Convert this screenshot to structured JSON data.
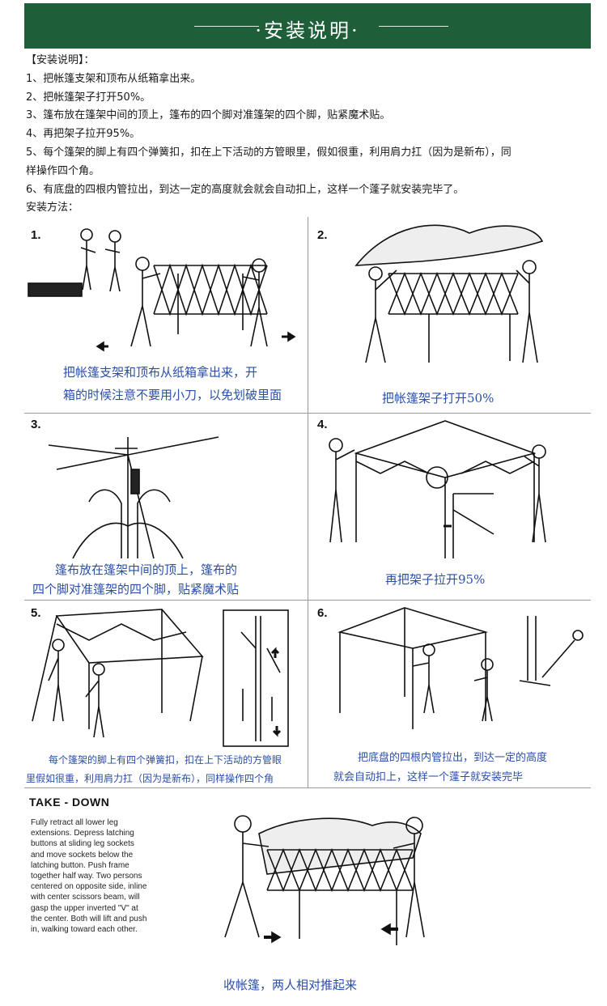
{
  "header": {
    "title": "·安装说明·"
  },
  "instructions": {
    "heading": "【安装说明】：",
    "steps": [
      "1、把帐篷支架和顶布从纸箱拿出来。",
      "2、把帐篷架子打开50%。",
      "3、篷布放在篷架中间的顶上，篷布的四个脚对准篷架的四个脚，贴紧魔术贴。",
      "4、再把架子拉开95%。",
      "5、每个篷架的脚上有四个弹簧扣，扣在上下活动的方管眼里，假如很重，利用肩力扛（因为是新布），同",
      "样操作四个角。",
      "6、有底盘的四根内管拉出，到达一定的高度就会就会自动扣上，这样一个蓬子就安装完毕了。"
    ],
    "method_label": "安装方法："
  },
  "panels": [
    {
      "num": "1.",
      "caption_lines": [
        "把帐篷支架和顶布从纸箱拿出来，开",
        "箱的时候注意不要用小刀，以免划破里面"
      ]
    },
    {
      "num": "2.",
      "caption_lines": [
        "把帐篷架子打开50%"
      ]
    },
    {
      "num": "3.",
      "caption_lines": [
        "篷布放在篷架中间的顶上，篷布的",
        "四个脚对准篷架的四个脚，贴紧魔术贴"
      ]
    },
    {
      "num": "4.",
      "caption_lines": [
        "再把架子拉开95%"
      ]
    },
    {
      "num": "5.",
      "caption_lines": [
        "每个篷架的脚上有四个弹簧扣，扣在上下活动的方管眼",
        "里假如很重，利用肩力扛（因为是新布），同样操作四个角"
      ]
    },
    {
      "num": "6.",
      "caption_lines": [
        "把底盘的四根内管拉出，到达一定的高度",
        "就会自动扣上，这样一个蓬子就安装完毕"
      ]
    }
  ],
  "takedown": {
    "title": "TAKE - DOWN",
    "lines": [
      "Fully retract all lower leg",
      "extensions. Depress latching",
      "buttons at sliding leg sockets",
      "and move sockets below the",
      "latching button. Push frame",
      "together half way. Two persons",
      "centered on opposite side, inline",
      "with center scissors beam, will",
      "gasp the upper inverted \"V\" at",
      "the center. Both will lift and push",
      "in, walking toward each other."
    ],
    "caption": "收帐篷，两人相对推起来"
  }
}
